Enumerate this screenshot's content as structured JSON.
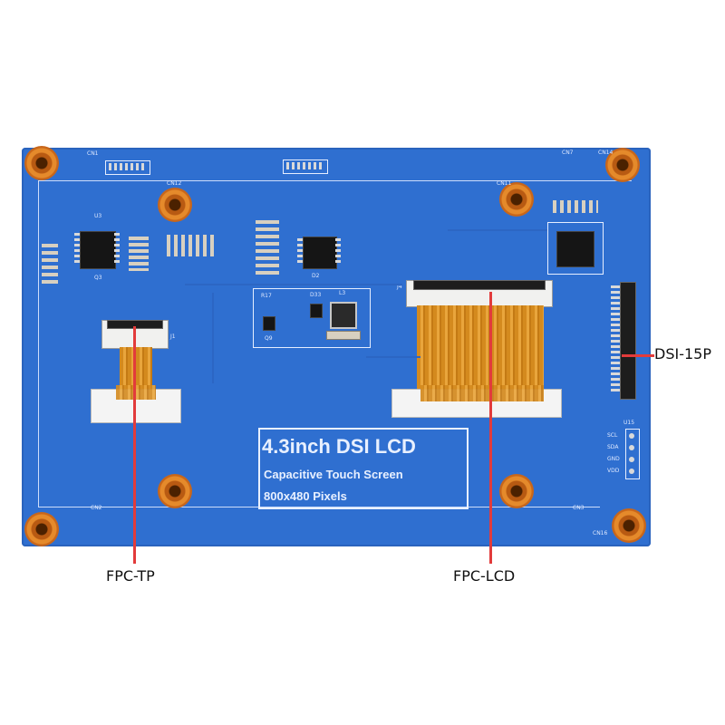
{
  "board": {
    "title": "4.3inch DSI LCD",
    "subtitle": "Capacitive Touch Screen",
    "resolution": "800x480 Pixels",
    "pin_labels": [
      "SCL",
      "SDA",
      "GND",
      "VDD"
    ],
    "header_label": "U15"
  },
  "callouts": {
    "tp": "FPC-TP",
    "lcd": "FPC-LCD",
    "dsi": "DSI-15P"
  },
  "silk_small": {
    "cn1": "CN1",
    "cn7": "CN7",
    "cn14": "CN14",
    "cn11": "CN11",
    "cn12": "CN12",
    "cn2": "CN2",
    "cn3": "CN3",
    "cn16": "CN16",
    "j1": "J1",
    "j4": "J4",
    "l3": "L3",
    "d33": "D33",
    "q9": "Q9",
    "r17": "R17",
    "u3": "U3",
    "q3": "Q3",
    "d2": "D2"
  },
  "colors": {
    "pcb": "#2f6fd0",
    "callout": "#e23b3b",
    "standoff": "#e58a2b",
    "fpc": "#d48a1e"
  }
}
